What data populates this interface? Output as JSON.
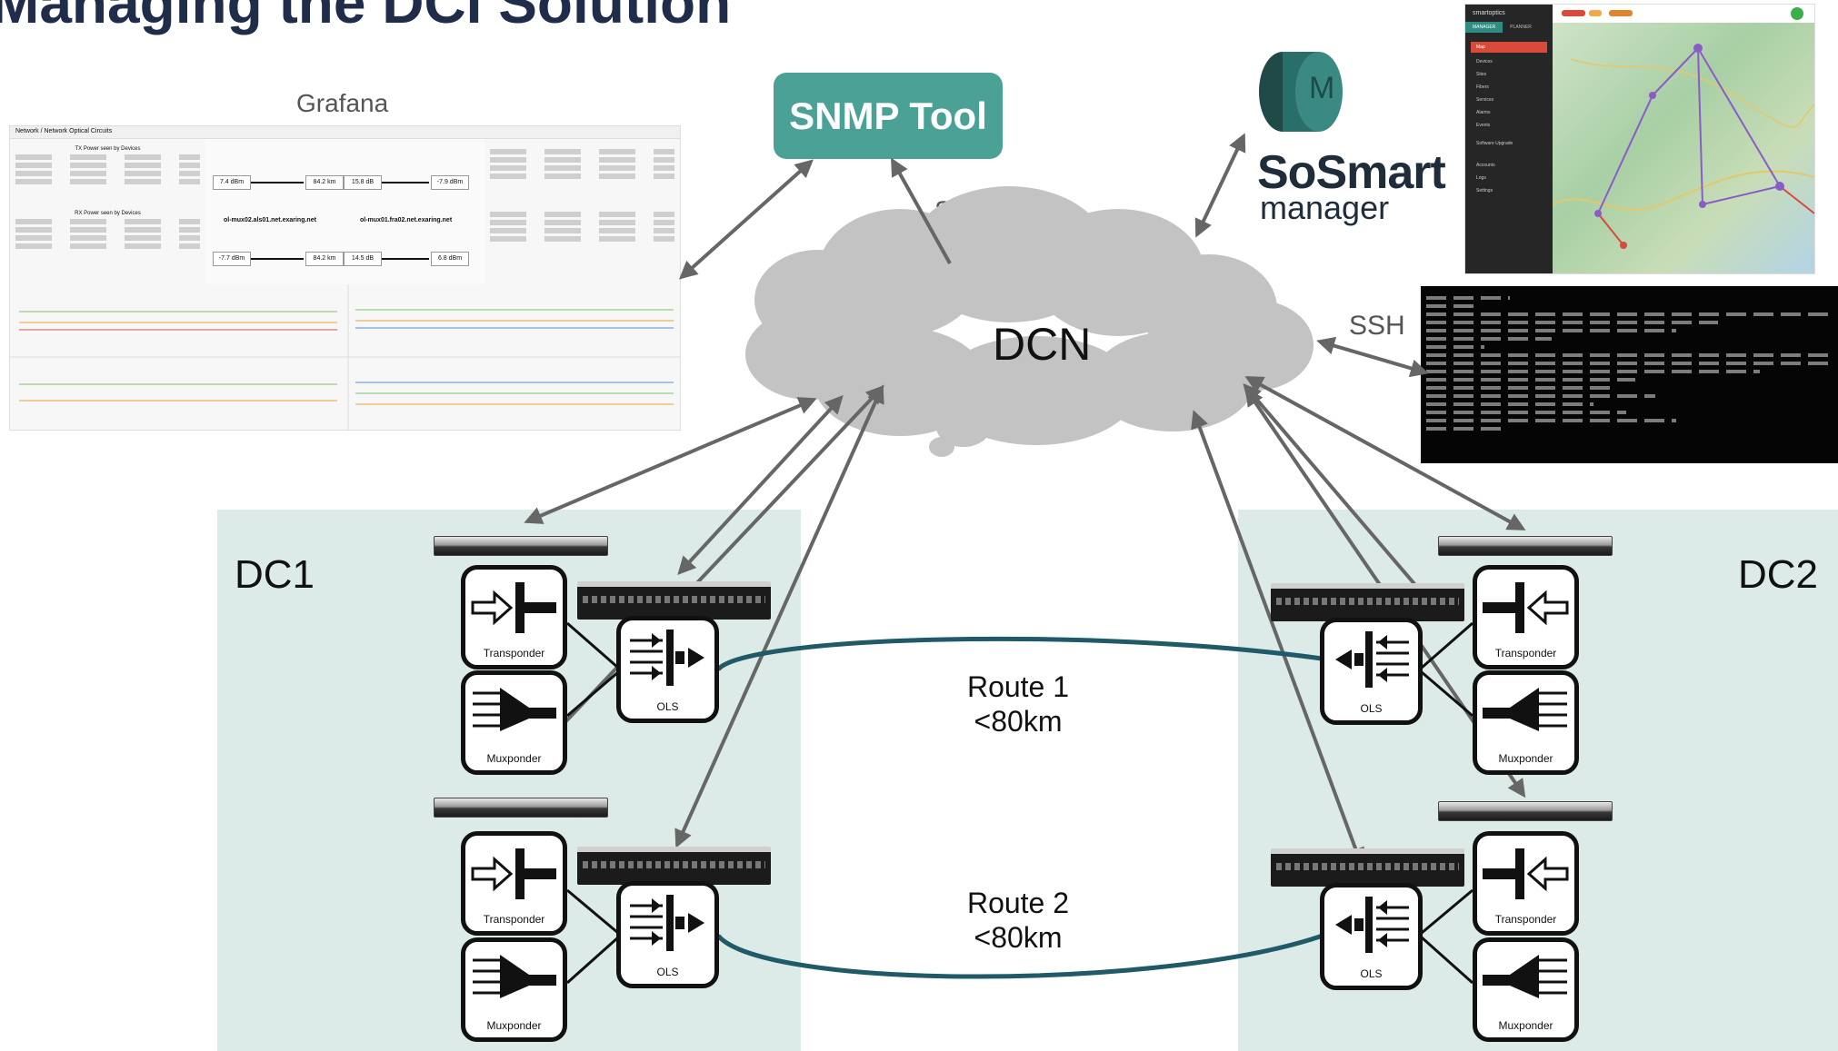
{
  "title": "Managing the DCI Solution",
  "grafana": {
    "label": "Grafana",
    "breadcrumb": "Network / Network Optical Circuits",
    "panel_titles": [
      "TX Power seen by Devices",
      "RX Power seen by Devices"
    ],
    "device_a": "ol-mux02.als01.net.exaring.net",
    "device_b": "ol-mux01.fra02.net.exaring.net",
    "flow_values": [
      "7.4 dBm",
      "84.2 km",
      "15.8 dB",
      "-7.9 dBm",
      "-7.7 dBm",
      "84.2 km",
      "14.5 dB",
      "6.8 dBm"
    ]
  },
  "snmp_tool": {
    "label": "SNMP Tool"
  },
  "protocols": {
    "snmp": "SNMP",
    "ssh": "SSH"
  },
  "dcn": {
    "label": "DCN"
  },
  "sosmart": {
    "wordmark": "SoSmart",
    "subtitle": "manager",
    "logo_letter": "M",
    "app_name": "smartoptics",
    "tabs": [
      "MANAGER",
      "PLANNER"
    ],
    "nav_items": [
      "Map",
      "Devices",
      "Sites",
      "Fibers",
      "Services",
      "Alarms",
      "Events",
      "Software Upgrade",
      "Accounts",
      "Logs",
      "Settings"
    ]
  },
  "dc1": {
    "label": "DC1"
  },
  "dc2": {
    "label": "DC2"
  },
  "devices": {
    "transponder": "Transponder",
    "muxponder": "Muxponder",
    "ols": "OLS"
  },
  "routes": [
    {
      "name": "Route 1",
      "distance": "<80km"
    },
    {
      "name": "Route 2",
      "distance": "<80km"
    }
  ],
  "colors": {
    "snmp_box": "#4ca197",
    "dc_zone": "#dcebe8",
    "fiber": "#1f5a66",
    "arrow": "#666666",
    "title": "#1f2d4a",
    "cloud": "#c3c3c3",
    "sos_logo": "#2a6e6a"
  }
}
